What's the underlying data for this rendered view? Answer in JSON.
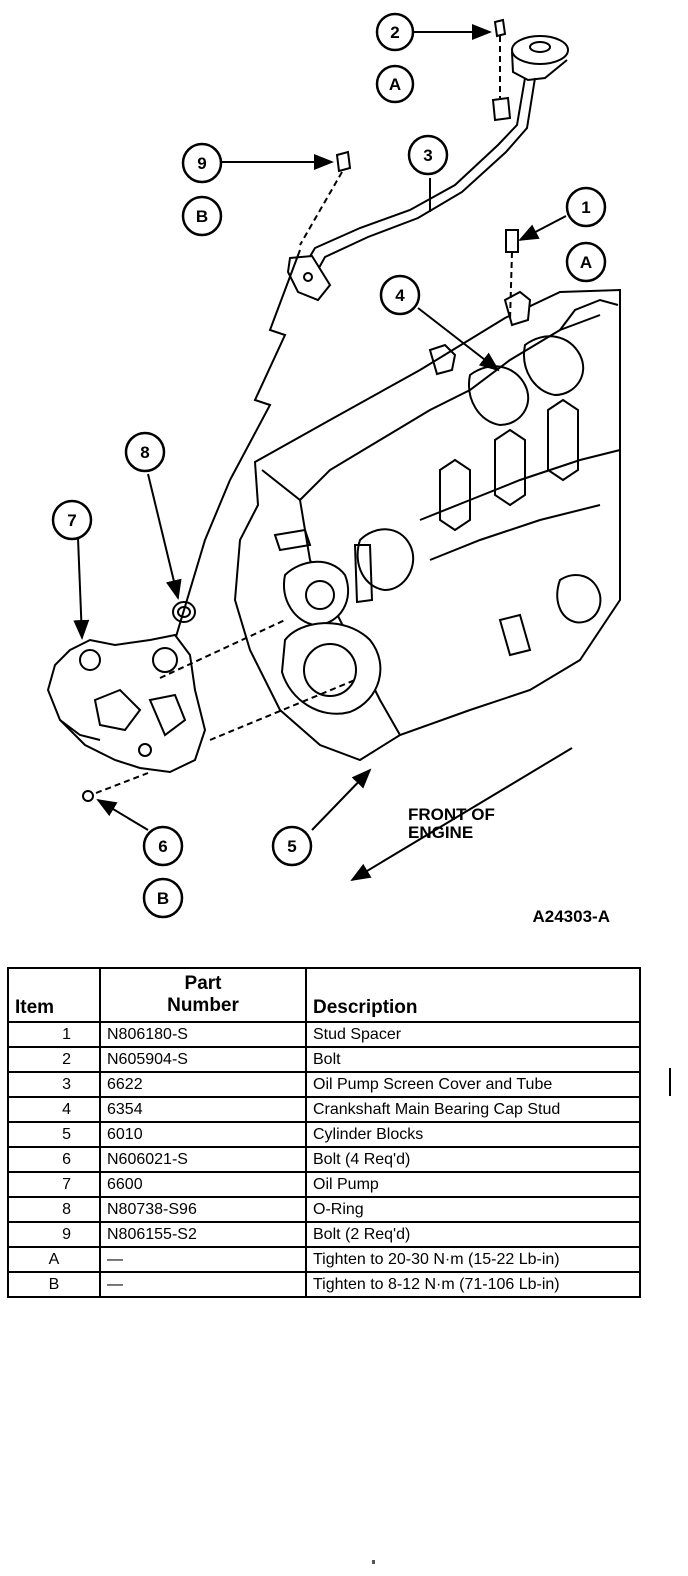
{
  "diagram": {
    "callouts": {
      "c2": "2",
      "cA_top": "A",
      "c9": "9",
      "cB_top": "B",
      "c3": "3",
      "c1": "1",
      "cA_right": "A",
      "c4": "4",
      "c8": "8",
      "c7": "7",
      "c6": "6",
      "cB_bottom": "B",
      "c5": "5"
    },
    "front_label": [
      "FRONT OF",
      "ENGINE"
    ],
    "figure_id": "A24303-A"
  },
  "table": {
    "headers": {
      "item": "Item",
      "part_line1": "Part",
      "part_line2": "Number",
      "description": "Description"
    },
    "rows": [
      {
        "item": "1",
        "part": "N806180-S",
        "description": "Stud Spacer"
      },
      {
        "item": "2",
        "part": "N605904-S",
        "description": "Bolt"
      },
      {
        "item": "3",
        "part": "6622",
        "description": "Oil Pump Screen Cover and Tube"
      },
      {
        "item": "4",
        "part": "6354",
        "description": "Crankshaft Main Bearing Cap Stud"
      },
      {
        "item": "5",
        "part": "6010",
        "description": "Cylinder Blocks"
      },
      {
        "item": "6",
        "part": "N606021-S",
        "description": "Bolt (4 Req'd)"
      },
      {
        "item": "7",
        "part": "6600",
        "description": "Oil Pump"
      },
      {
        "item": "8",
        "part": "N80738-S96",
        "description": "O-Ring"
      },
      {
        "item": "9",
        "part": "N806155-S2",
        "description": "Bolt (2 Req'd)"
      },
      {
        "item": "A",
        "part": "—",
        "description": "Tighten to 20-30 N·m (15-22 Lb-in)"
      },
      {
        "item": "B",
        "part": "—",
        "description": "Tighten to 8-12 N·m (71-106 Lb-in)"
      }
    ]
  }
}
